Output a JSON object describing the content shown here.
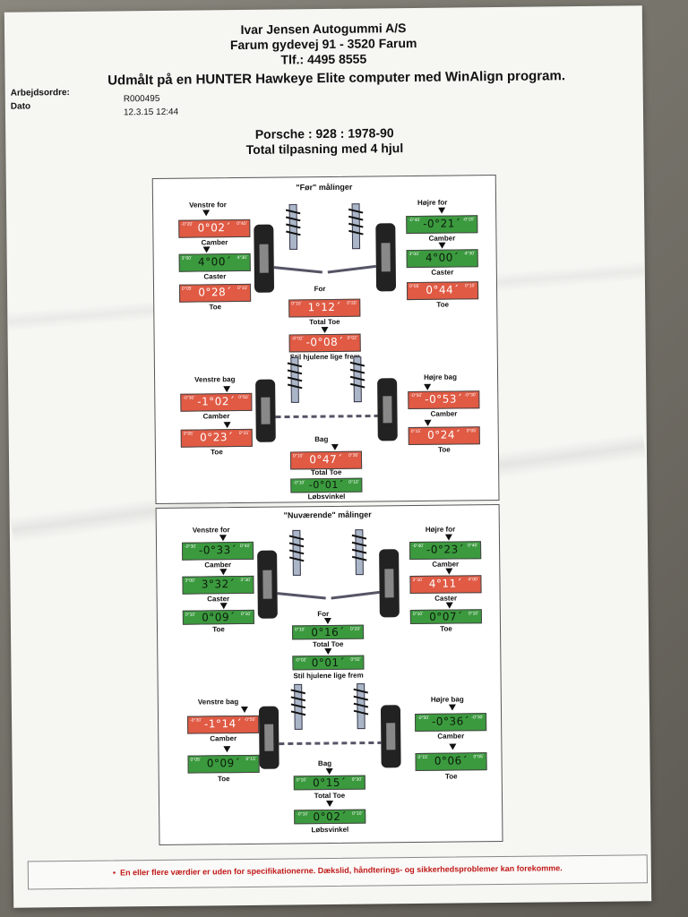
{
  "header": {
    "company": "Ivar Jensen Autogummi A/S",
    "address": "Farum gydevej 91 - 3520 Farum",
    "phone": "Tlf.: 4495 8555",
    "measured": "Udmålt på en HUNTER Hawkeye Elite computer med WinAlign program."
  },
  "meta": {
    "workorder_label": "Arbejdsordre:",
    "workorder_value": "R000495",
    "date_label": "Dato",
    "date_value": "12.3.15 12:44"
  },
  "vehicle": {
    "model": "Porsche : 928 : 1978-90",
    "mode": "Total tilpasning med 4 hjul"
  },
  "before": {
    "title": "\"Før\" målinger",
    "front": {
      "left_label": "Venstre for",
      "right_label": "Højre for",
      "left_camber": {
        "value": "0°02´",
        "min": "-0°20´",
        "max": "0°40´",
        "status": "red"
      },
      "right_camber": {
        "value": "-0°21´",
        "min": "-0°40´",
        "max": "-0°20´",
        "status": "green"
      },
      "left_caster": {
        "value": "4°00´",
        "min": "3°00´",
        "max": "4°30´",
        "status": "green"
      },
      "right_caster": {
        "value": "4°00´",
        "min": "3°00´",
        "max": "4°30´",
        "status": "green"
      },
      "left_toe": {
        "value": "0°28´",
        "min": "0°05´",
        "max": "0°10´",
        "status": "red"
      },
      "right_toe": {
        "value": "0°44´",
        "min": "0°05´",
        "max": "0°10´",
        "status": "red"
      },
      "axle_label": "For",
      "total_toe": {
        "value": "1°12´",
        "min": "0°10´",
        "max": "0°20´",
        "status": "red"
      },
      "setback": {
        "value": "-0°08´",
        "min": "-0°02´",
        "max": "0°02´",
        "status": "red"
      },
      "camber_label": "Camber",
      "caster_label": "Caster",
      "toe_label": "Toe",
      "total_toe_label": "Total Toe",
      "setback_label": "Stil hjulene lige frem"
    },
    "rear": {
      "left_label": "Venstre bag",
      "right_label": "Højre bag",
      "left_camber": {
        "value": "-1°02´",
        "min": "-0°30´",
        "max": "0°50´",
        "status": "red"
      },
      "right_camber": {
        "value": "-0°53´",
        "min": "-0°50´",
        "max": "-0°30´",
        "status": "red"
      },
      "left_toe": {
        "value": "0°23´",
        "min": "0°05´",
        "max": "0°15´",
        "status": "red"
      },
      "right_toe": {
        "value": "0°24´",
        "min": "0°15´",
        "max": "0°05´",
        "status": "red"
      },
      "axle_label": "Bag",
      "total_toe": {
        "value": "0°47´",
        "min": "0°10´",
        "max": "0°30´",
        "status": "red"
      },
      "thrust": {
        "value": "-0°01´",
        "min": "-0°10´",
        "max": "0°10´",
        "status": "green"
      },
      "camber_label": "Camber",
      "toe_label": "Toe",
      "total_toe_label": "Total Toe",
      "thrust_label": "Løbsvinkel"
    }
  },
  "current": {
    "title": "\"Nuværende\" målinger",
    "front": {
      "left_label": "Venstre for",
      "right_label": "Højre for",
      "left_camber": {
        "value": "-0°33´",
        "min": "-0°30´",
        "max": "0°40´",
        "status": "green"
      },
      "right_camber": {
        "value": "-0°23´",
        "min": "-0°40´",
        "max": "0°40´",
        "status": "green"
      },
      "left_caster": {
        "value": "3°32´",
        "min": "3°00´",
        "max": "3°30´",
        "status": "green"
      },
      "right_caster": {
        "value": "4°11´",
        "min": "3°30´",
        "max": "4°00´",
        "status": "red"
      },
      "left_toe": {
        "value": "0°09´",
        "min": "0°10´",
        "max": "0°10´",
        "status": "green"
      },
      "right_toe": {
        "value": "0°07´",
        "min": "0°10´",
        "max": "0°10´",
        "status": "green"
      },
      "axle_label": "For",
      "total_toe": {
        "value": "0°16´",
        "min": "0°10´",
        "max": "0°20´",
        "status": "green"
      },
      "setback": {
        "value": "0°01´",
        "min": "-0°02´",
        "max": "0°02´",
        "status": "green"
      },
      "camber_label": "Camber",
      "caster_label": "Caster",
      "toe_label": "Toe",
      "total_toe_label": "Total Toe",
      "setback_label": "Stil hjulene lige frem"
    },
    "rear": {
      "left_label": "Venstre bag",
      "right_label": "Højre bag",
      "left_camber": {
        "value": "-1°14´",
        "min": "-0°30´",
        "max": "-0°50´",
        "status": "red"
      },
      "right_camber": {
        "value": "-0°36´",
        "min": "-0°50´",
        "max": "-0°30´",
        "status": "green"
      },
      "left_toe": {
        "value": "0°09´",
        "min": "0°05´",
        "max": "0°15´",
        "status": "green"
      },
      "right_toe": {
        "value": "0°06´",
        "min": "0°15´",
        "max": "0°05´",
        "status": "green"
      },
      "axle_label": "Bag",
      "total_toe": {
        "value": "0°15´",
        "min": "0°10´",
        "max": "0°30´",
        "status": "green"
      },
      "thrust": {
        "value": "0°02´",
        "min": "-0°10´",
        "max": "0°10´",
        "status": "green"
      },
      "camber_label": "Camber",
      "toe_label": "Toe",
      "total_toe_label": "Total Toe",
      "thrust_label": "Løbsvinkel"
    }
  },
  "footer": {
    "bullet": "•",
    "warning": "En eller flere værdier er uden for specifikationerne. Dækslid, håndterings- og sikkerhedsproblemer kan forekomme."
  },
  "colors": {
    "out_of_spec": "#e05a44",
    "in_spec": "#3b9a3e",
    "warning_text": "#c01818"
  }
}
